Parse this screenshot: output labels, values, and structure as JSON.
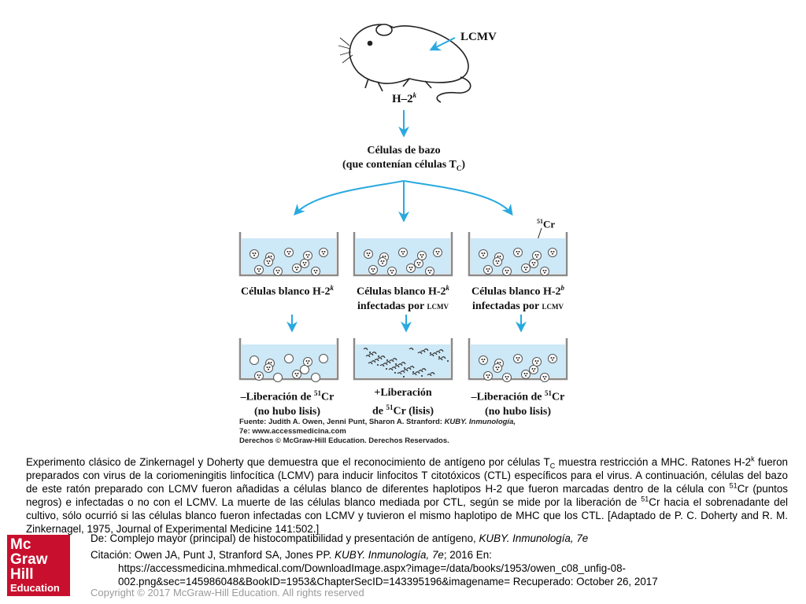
{
  "figure": {
    "labels": {
      "lcmv": "LCMV",
      "mouse_h2": "H–2",
      "mouse_h2_sup": "k",
      "spleen_line1": "Células de bazo",
      "spleen_line2": "(que contenían células T",
      "spleen_line2_sub": "C",
      "spleen_line2_end": ")",
      "cr51_mass": "51",
      "cr51_el": "Cr"
    },
    "targets": [
      {
        "line1": "Células blanco H-2",
        "sup": "k",
        "line2": ""
      },
      {
        "line1": "Células blanco H-2",
        "sup": "k",
        "line2": "infectadas por ",
        "line2_small": "LCMV"
      },
      {
        "line1": "Células blanco H-2",
        "sup": "b",
        "line2": "infectadas por ",
        "line2_small": "LCMV"
      }
    ],
    "results": [
      {
        "line1_pre": "–Liberación de ",
        "line1_sup": "51",
        "line1_post": "Cr",
        "line2": "(no hubo lisis)"
      },
      {
        "line1_pre": "+Liberación",
        "line1_sup": "",
        "line1_post": "",
        "line2_pre": "de ",
        "line2_sup": "51",
        "line2_post": "Cr (lisis)"
      },
      {
        "line1_pre": "–Liberación de ",
        "line1_sup": "51",
        "line1_post": "Cr",
        "line2": "(no hubo lisis)"
      }
    ],
    "source": {
      "line1_pre": "Fuente: Judith A. Owen, Jenni Punt, Sharon A. Stranford: ",
      "line1_it": "KUBY. Inmunología,",
      "line2": "7e: www.accessmedicina.com",
      "line3": "Derechos © McGraw-Hill Education. Derechos Reservados."
    }
  },
  "caption": {
    "p1": "Experimento clásico de Zinkernagel y Doherty que demuestra que el reconocimiento de antígeno por células T",
    "p1_sub": "C",
    "p2": " muestra restricción a MHC. Ratones H-2",
    "p2_sup": "k",
    "p3": " fueron preparados con virus de la coriomeningitis linfocítica (LCMV) para inducir linfocitos T citotóxicos (CTL) específicos para el virus. A continuación, células del bazo de este ratón preparado con LCMV fueron añadidas a células blanco de diferentes haplotipos H-2 que fueron marcadas dentro de la célula con ",
    "p3_sup": "51",
    "p4": "Cr (puntos negros) e infectadas o no con el LCMV. La muerte de las células blanco mediada por CTL, según se mide por la liberación de ",
    "p4_sup": "51",
    "p5": "Cr hacia el sobrenadante del cultivo, sólo ocurrió si las células blanco fueron infectadas con LCMV y tuvieron el mismo haplotipo de MHC que los CTL. [Adaptado de P. C. Doherty and R. M. Zinkernagel, 1975, Journal of Experimental Medicine 141:502.]"
  },
  "meta": {
    "from_pre": "De: Complejo mayor (principal) de histocompatibilidad y presentación de antígeno, ",
    "from_it": "KUBY. Inmunología, 7e",
    "cite_pre": "Citación: Owen JA, Punt J, Stranford SA, Jones PP. ",
    "cite_it": "KUBY. Inmunología, 7e",
    "cite_post": "; 2016 En:",
    "url1": "https://accessmedicina.mhmedical.com/DownloadImage.aspx?image=/data/books/1953/owen_c08_unfig-08-",
    "url2": "002.png&sec=145986048&BookID=1953&ChapterSecID=143395196&imagename= Recuperado: October 26, 2017"
  },
  "copyright": "Copyright © 2017 McGraw-Hill Education. All rights reserved",
  "logo": {
    "l1": "Mc",
    "l2": "Graw",
    "l3": "Hill",
    "l4": "Education"
  },
  "colors": {
    "arrow": "#29a9e0",
    "liquid": "#cde8f6",
    "beaker": "#8a8a8a",
    "logo": "#c8102e"
  }
}
